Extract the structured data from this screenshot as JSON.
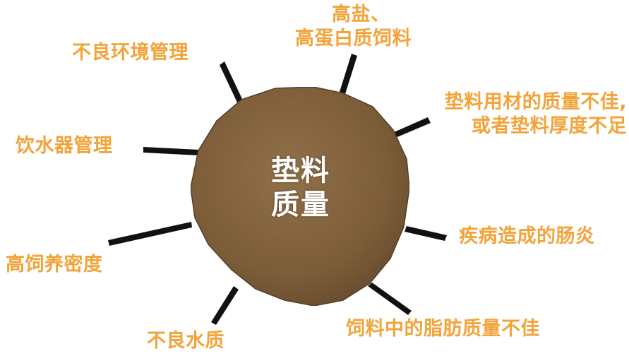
{
  "center": {
    "line1": "垫料",
    "line2": "质量"
  },
  "factors": [
    {
      "line1": "高盐、",
      "line2": "高蛋白质饲料"
    },
    {
      "line1": "垫料用材的质量不佳,",
      "line2": "或者垫料厚度不足"
    },
    {
      "line1": "疾病造成的肠炎"
    },
    {
      "line1": "饲料中的脂肪质量不佳"
    },
    {
      "line1": "不良水质"
    },
    {
      "line1": "高饲养密度"
    },
    {
      "line1": "饮水器管理"
    },
    {
      "line1": "不良环境管理"
    }
  ],
  "colors": {
    "label": "#f2a33a",
    "spoke": "#111111",
    "disc_base": "#8a6a45",
    "disc_edge": "#5a4330",
    "center_text": "#ffffff"
  }
}
